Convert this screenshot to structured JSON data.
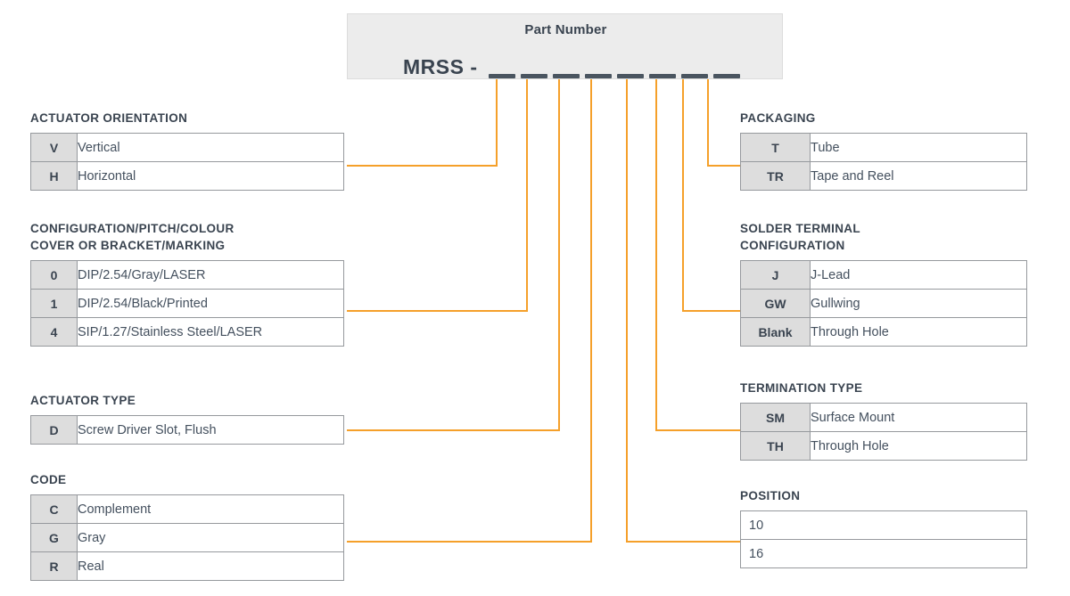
{
  "part_number": {
    "title": "Part Number",
    "prefix": "MRSS -",
    "blank_count": 8
  },
  "colors": {
    "connector": "#f5a02a",
    "code_cell_bg": "#dddddd",
    "header_bg": "#ececec",
    "title_text": "#3a4450",
    "desc_text": "#44505e"
  },
  "left_sections": [
    {
      "title": "ACTUATOR ORIENTATION",
      "rows": [
        {
          "code": "V",
          "desc": "Vertical"
        },
        {
          "code": "H",
          "desc": "Horizontal"
        }
      ]
    },
    {
      "title": "CONFIGURATION/PITCH/COLOUR\nCOVER OR BRACKET/MARKING",
      "rows": [
        {
          "code": "0",
          "desc": "DIP/2.54/Gray/LASER"
        },
        {
          "code": "1",
          "desc": "DIP/2.54/Black/Printed"
        },
        {
          "code": "4",
          "desc": "SIP/1.27/Stainless Steel/LASER"
        }
      ]
    },
    {
      "title": "ACTUATOR TYPE",
      "rows": [
        {
          "code": "D",
          "desc": "Screw Driver Slot, Flush"
        }
      ]
    },
    {
      "title": "CODE",
      "rows": [
        {
          "code": "C",
          "desc": "Complement"
        },
        {
          "code": "G",
          "desc": "Gray"
        },
        {
          "code": "R",
          "desc": "Real"
        }
      ]
    }
  ],
  "right_sections": [
    {
      "title": "PACKAGING",
      "rows": [
        {
          "code": "T",
          "desc": "Tube"
        },
        {
          "code": "TR",
          "desc": "Tape and Reel"
        }
      ]
    },
    {
      "title": "SOLDER TERMINAL\nCONFIGURATION",
      "rows": [
        {
          "code": "J",
          "desc": "J-Lead"
        },
        {
          "code": "GW",
          "desc": "Gullwing"
        },
        {
          "code": "Blank",
          "desc": "Through Hole"
        }
      ]
    },
    {
      "title": "TERMINATION TYPE",
      "rows": [
        {
          "code": "SM",
          "desc": "Surface Mount"
        },
        {
          "code": "TH",
          "desc": "Through Hole"
        }
      ]
    },
    {
      "title": "POSITION",
      "no_code_column": true,
      "rows": [
        {
          "desc": "10"
        },
        {
          "desc": "16"
        }
      ]
    }
  ]
}
